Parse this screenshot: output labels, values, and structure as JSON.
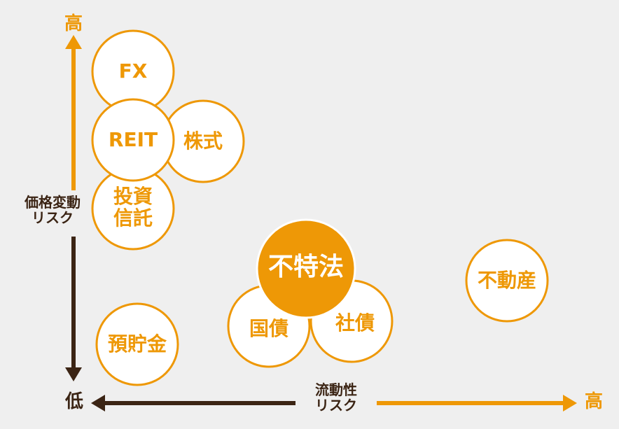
{
  "colors": {
    "background": "#efefef",
    "accent": "#ee9806",
    "dark": "#3b2414",
    "bubble_fill": "#ffffff",
    "highlight_fill": "#ee9806"
  },
  "axes": {
    "y_high": "高",
    "y_label": "価格変動\nリスク",
    "origin_low": "低",
    "x_label": "流動性\nリスク",
    "x_high": "高"
  },
  "items": {
    "fx": "FX",
    "reit": "REIT",
    "stocks": "株式",
    "investment_trust": "投資\n信託",
    "deposit": "預貯金",
    "fudokuho": "不特法",
    "jgb": "国債",
    "corporate_bond": "社債",
    "real_estate": "不動産"
  }
}
